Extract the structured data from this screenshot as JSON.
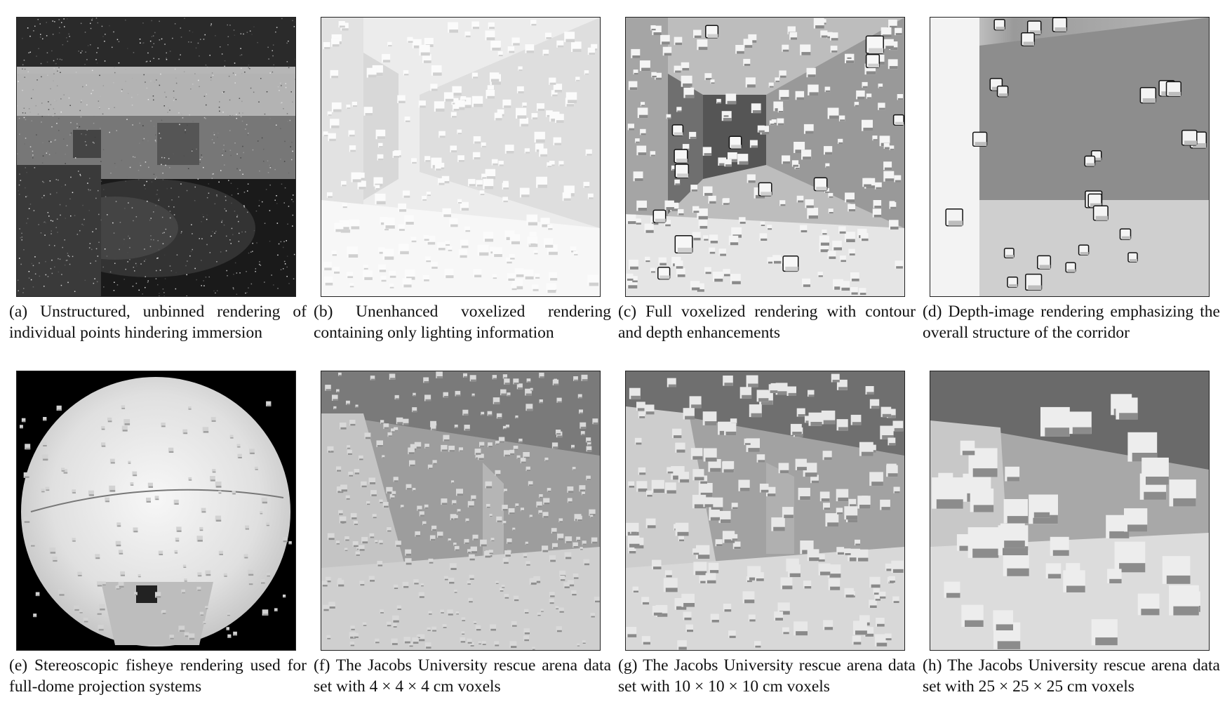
{
  "figures": [
    {
      "id": "a",
      "caption": "(a) Unstructured, unbinned rendering of individual points hindering immersion",
      "style": "points"
    },
    {
      "id": "b",
      "caption": "(b) Unenhanced voxelized rendering containing only lighting information",
      "style": "voxel-light"
    },
    {
      "id": "c",
      "caption": "(c) Full voxelized rendering with contour and depth enhancements",
      "style": "voxel-full"
    },
    {
      "id": "d",
      "caption": "(d) Depth-image rendering emphasizing the overall structure of the corridor",
      "style": "depth"
    },
    {
      "id": "e",
      "caption": "(e) Stereoscopic fisheye rendering used for full-dome projection systems",
      "style": "fisheye"
    },
    {
      "id": "f",
      "caption": "(f) The Jacobs University rescue arena data set with 4 × 4 × 4 cm voxels",
      "style": "arena-4"
    },
    {
      "id": "g",
      "caption": "(g) The Jacobs University rescue arena data set with 10 × 10 × 10 cm voxels",
      "style": "arena-10"
    },
    {
      "id": "h",
      "caption": "(h) The Jacobs University rescue arena data set with 25 × 25 × 25 cm voxels",
      "style": "arena-25"
    }
  ],
  "colors": {
    "border": "#222222",
    "background": "#ffffff"
  }
}
